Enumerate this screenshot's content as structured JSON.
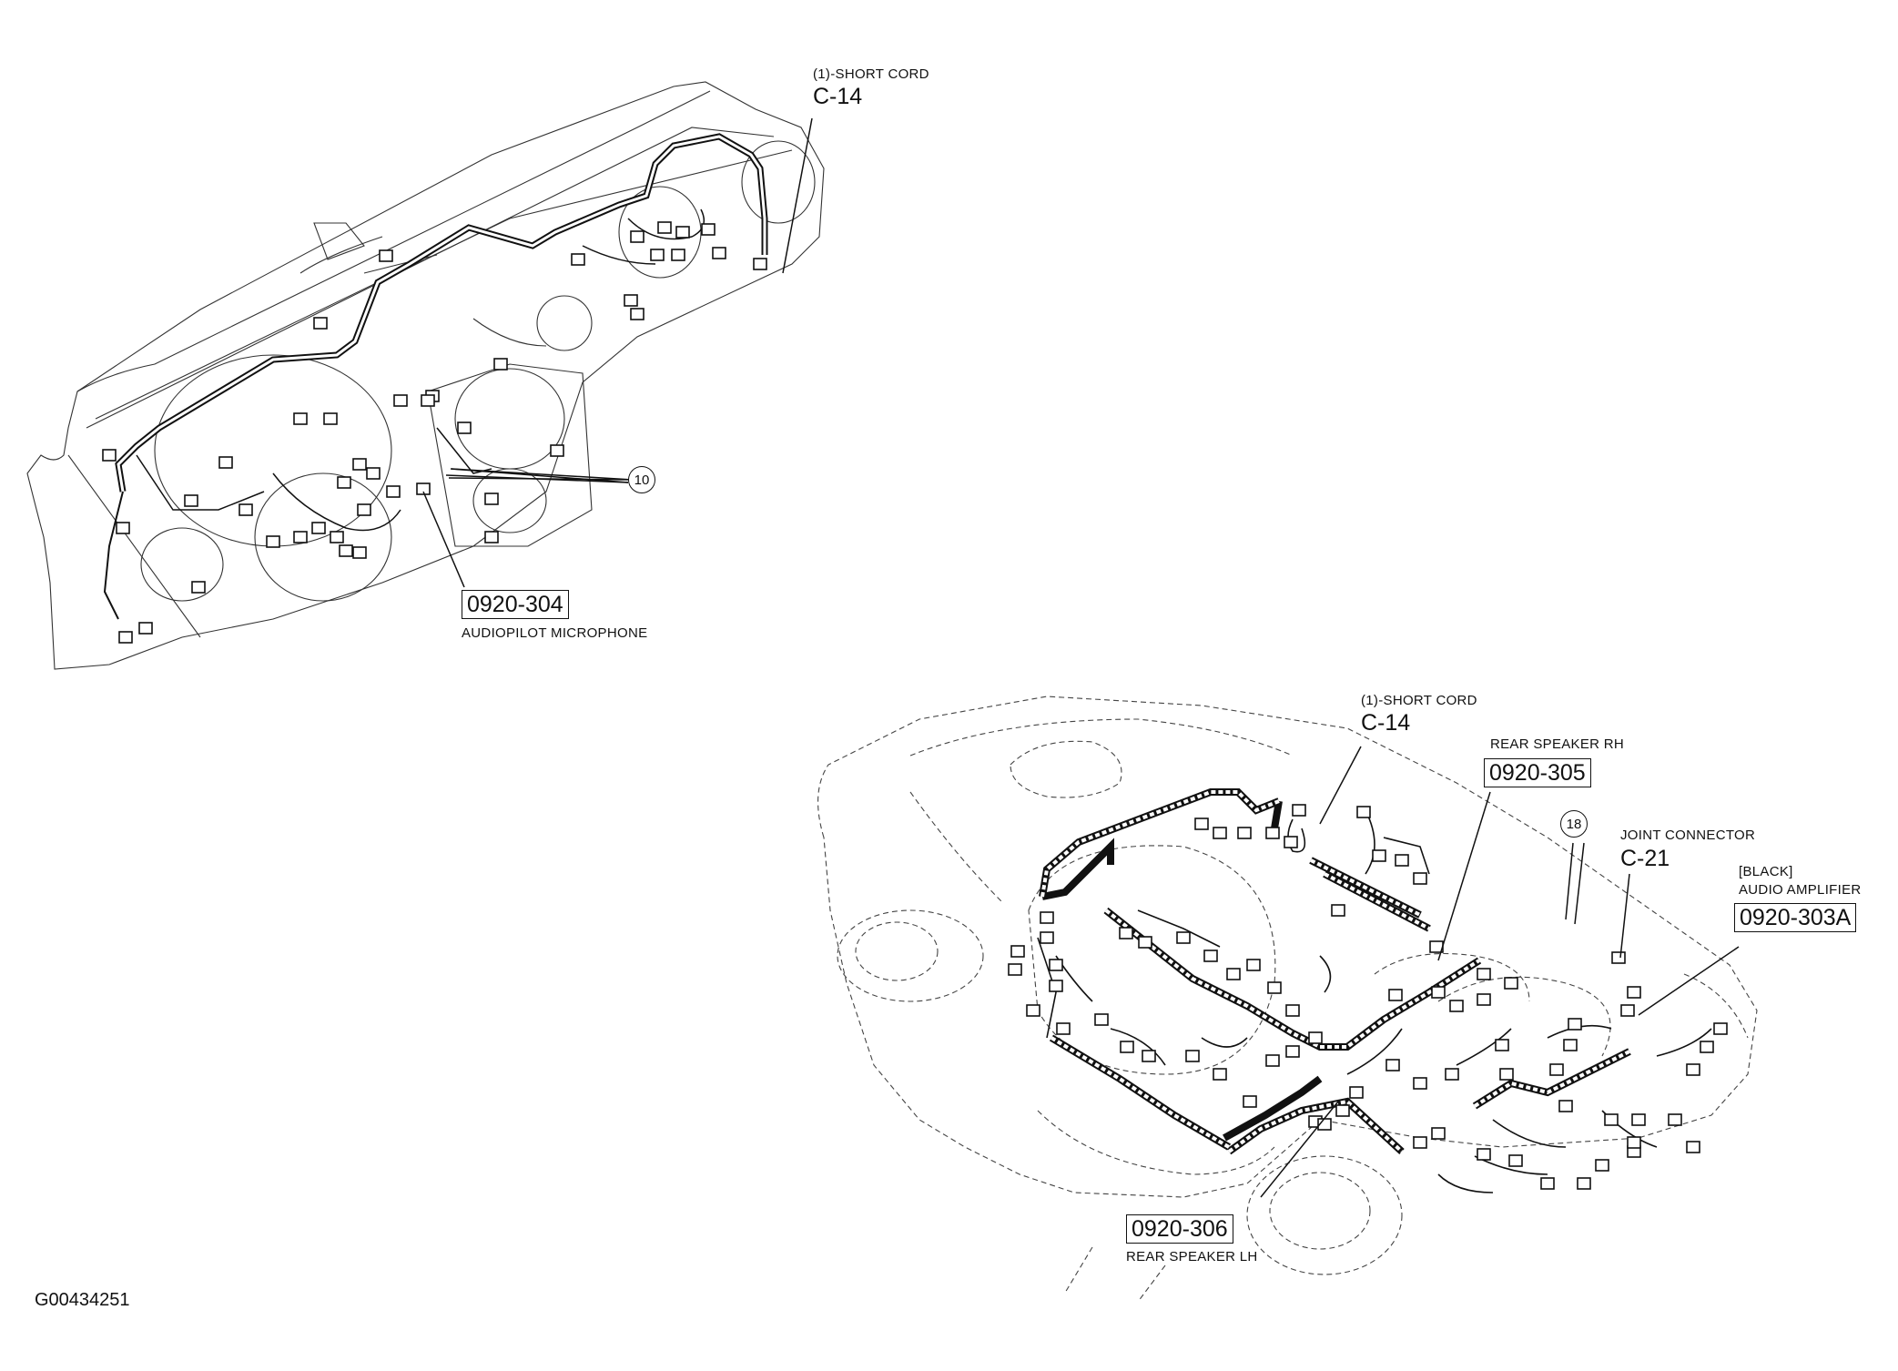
{
  "dash": {
    "short_cord_label": "(1)-SHORT CORD",
    "short_cord_code": "C-14",
    "callout_number": "10",
    "mic_code": "0920-304",
    "mic_label": "AUDIOPILOT MICROPHONE"
  },
  "car": {
    "short_cord_label": "(1)-SHORT CORD",
    "short_cord_code": "C-14",
    "rear_rh_label": "REAR SPEAKER RH",
    "rear_rh_code": "0920-305",
    "callout_number": "18",
    "joint_label": "JOINT CONNECTOR",
    "joint_code": "C-21",
    "amp_color": "[BLACK]",
    "amp_label": "AUDIO AMPLIFIER",
    "amp_code": "0920-303A",
    "rear_lh_code": "0920-306",
    "rear_lh_label": "REAR SPEAKER LH"
  },
  "figure_id": "G00434251"
}
